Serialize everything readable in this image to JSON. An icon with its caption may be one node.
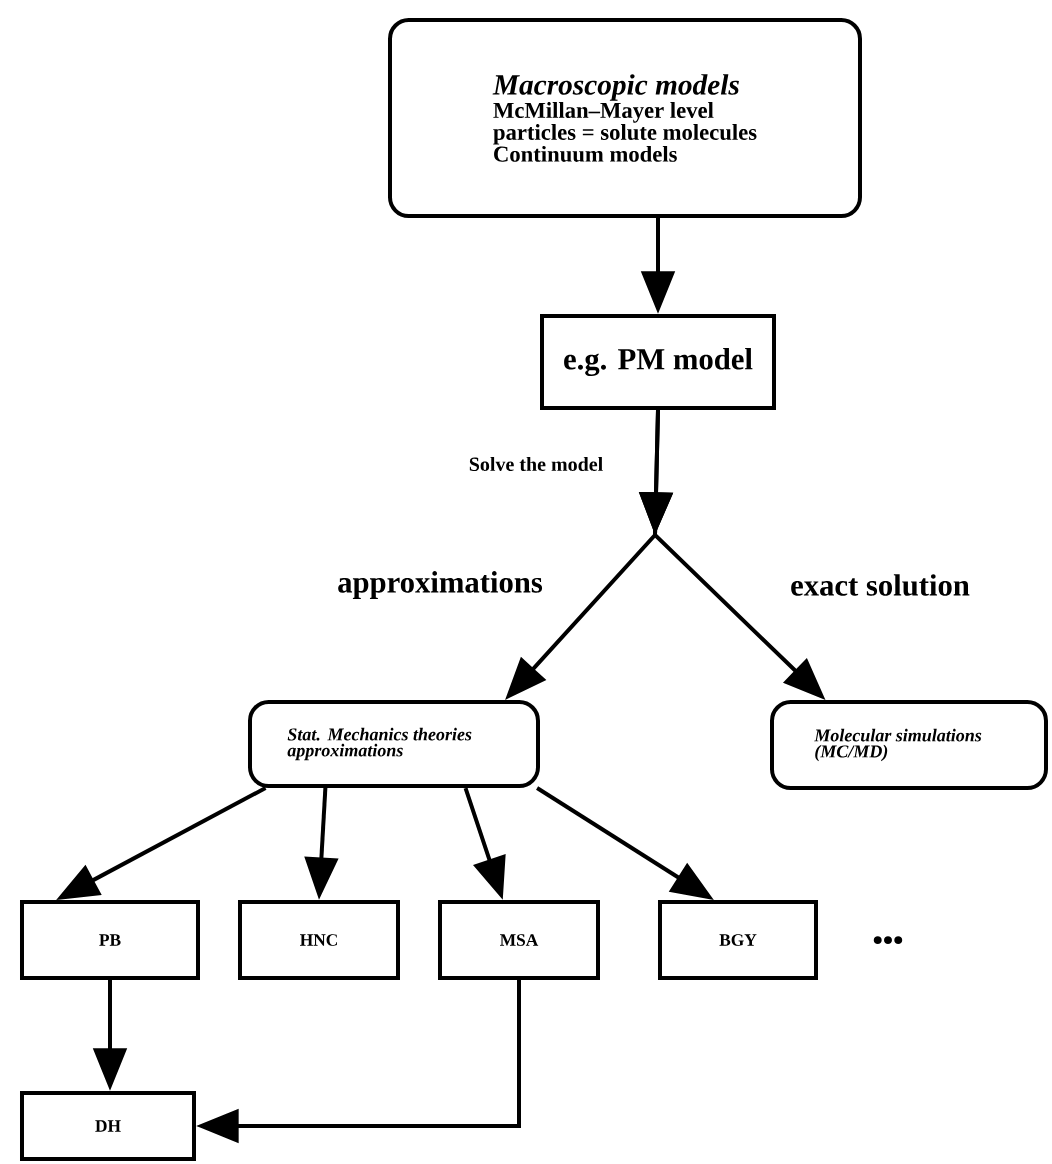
{
  "diagram": {
    "nodes": [
      {
        "text": [
          "Macroscopic models",
          "McMillan–Mayer level",
          "particles = solute molecules",
          "Continuum models"
        ]
      },
      {
        "text": [
          "e.g. PM model"
        ]
      },
      {
        "text": [
          "Stat. Mechanics theories approximations"
        ]
      },
      {
        "text": [
          "Molecular simulations (MC/MD)"
        ]
      },
      {
        "text": [
          "PB"
        ]
      },
      {
        "text": [
          "HNC"
        ]
      },
      {
        "text": [
          "MSA"
        ]
      },
      {
        "text": [
          "BGY"
        ]
      },
      {
        "text": [
          "DH"
        ]
      }
    ],
    "edges": [
      {
        "from": 0,
        "to": 1,
        "arrow": "to"
      },
      {
        "from": 1,
        "to": 2,
        "arrow": "to",
        "label": "approximations"
      },
      {
        "from": 1,
        "to": 3,
        "arrow": "to",
        "label": "exact solution"
      },
      {
        "from": 2,
        "to": 4,
        "arrow": "to"
      },
      {
        "from": 2,
        "to": 5,
        "arrow": "to"
      },
      {
        "from": 2,
        "to": 6,
        "arrow": "to"
      },
      {
        "from": 2,
        "to": 7,
        "arrow": "to"
      },
      {
        "from": 4,
        "to": 8,
        "arrow": "to"
      },
      {
        "from": 6,
        "to": 8,
        "arrow": "to"
      }
    ],
    "labels": [
      "Solve the model",
      "•••"
    ]
  }
}
